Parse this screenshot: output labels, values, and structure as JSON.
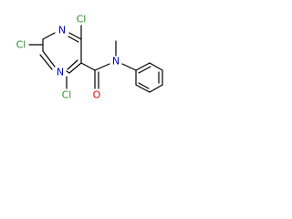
{
  "colors": {
    "background": "#ffffff",
    "bond": "#000000",
    "chlorine": "#2e8b2e",
    "nitrogen": "#0000ff",
    "oxygen": "#ff0000"
  },
  "atoms": {
    "cl_top_left": "Cl",
    "cl_top_right": "Cl",
    "cl_bottom": "Cl",
    "n_ring_top": "N",
    "n_ring_bottom": "N",
    "n_amide": "N",
    "o_carbonyl": "O"
  }
}
